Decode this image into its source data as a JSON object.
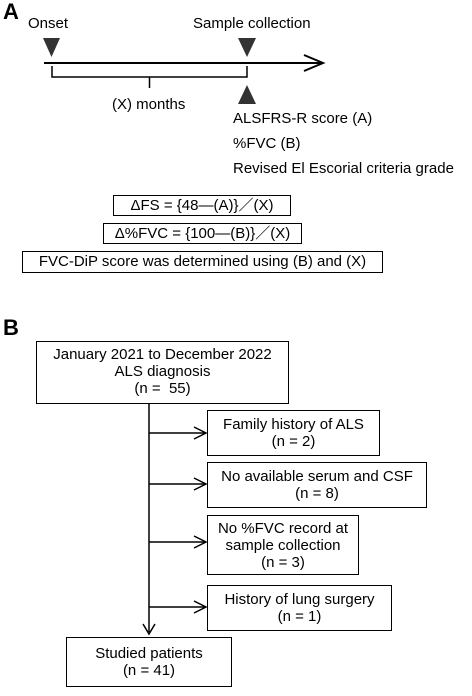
{
  "panel_a": {
    "label": "A",
    "onset": "Onset",
    "sample_collection": "Sample collection",
    "interval": "(X) months",
    "measures": [
      "ALSFRS-R score (A)",
      "%FVC (B)",
      "Revised El Escorial criteria grade"
    ],
    "formula_fs": "ΔFS = {48—(A)}／(X)",
    "formula_fvc": "Δ%FVC = {100—(B)}／(X)",
    "fvc_dip": "FVC-DiP score was determined using (B) and (X)"
  },
  "panel_b": {
    "label": "B",
    "start_box": [
      "January 2021 to December 2022",
      "ALS diagnosis",
      "(n =  55)"
    ],
    "exclusions": [
      [
        "Family history of ALS",
        "(n = 2)"
      ],
      [
        "No available serum and CSF",
        "(n = 8)"
      ],
      [
        "No %FVC record at",
        "sample collection",
        "(n = 3)"
      ],
      [
        "History of lung surgery",
        "(n = 1)"
      ]
    ],
    "end_box": [
      "Studied patients",
      "(n = 41)"
    ]
  }
}
